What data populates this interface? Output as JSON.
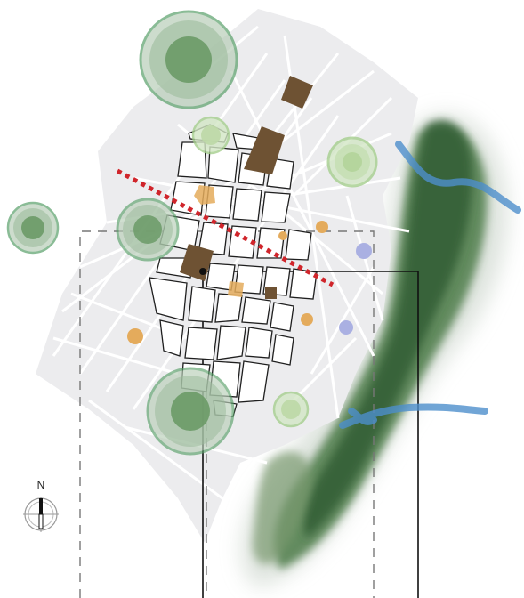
{
  "compass": {
    "north_label": "N"
  },
  "colors": {
    "background_blocks": "#ececee",
    "block_outline": "#1f1f1f",
    "green_circle_outer": "#5aa06a",
    "green_circle_fill": "#6b9a67",
    "light_green_circle": "#a6cf8e",
    "brown_block": "#6e5233",
    "orange_dot": "#e4ab5c",
    "purple_dot": "#aab0e2",
    "red_dashed_line": "#d0252b",
    "river": "#4d8fcc",
    "forest": "#3b6a3c"
  },
  "icons": [
    "compass-icon",
    "green-space-circle",
    "amenity-dot",
    "river-line",
    "barrier-dashed-line",
    "brown-building-block"
  ]
}
